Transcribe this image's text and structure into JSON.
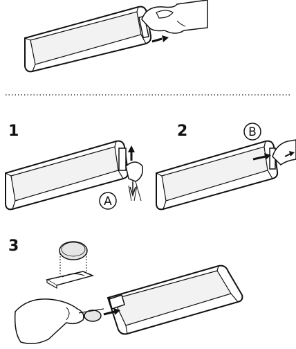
{
  "steps": {
    "one": "1",
    "two": "2",
    "three": "3"
  },
  "callouts": {
    "a": "A",
    "b": "B"
  },
  "colors": {
    "ink": "#111111",
    "remote_shade": "#f2f2f2",
    "battery_fill": "#e6e6e6",
    "divider": "#444444"
  }
}
